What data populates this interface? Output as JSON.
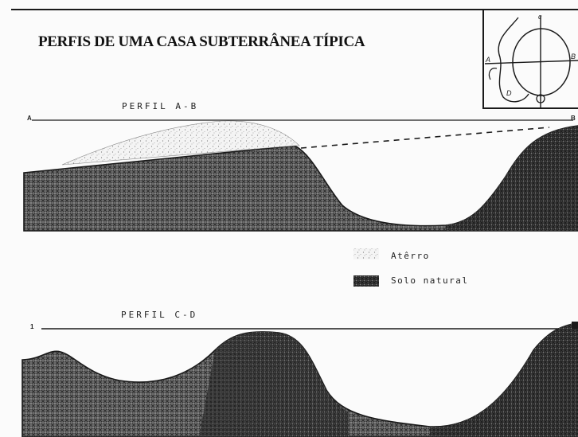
{
  "title": "PERFIS DE UMA CASA SUBTERRÂNEA TÍPICA",
  "profiles": {
    "ab": {
      "label": "PERFIL A-B",
      "start_point": "A",
      "end_point": "B"
    },
    "cd": {
      "label": "PERFIL C-D",
      "start_point": "1"
    }
  },
  "legend": {
    "items": [
      {
        "label": "Atêrro",
        "pattern": "stipple"
      },
      {
        "label": "Solo natural",
        "pattern": "crosshatch"
      }
    ]
  },
  "location_map": {
    "labels": {
      "c": "c",
      "d": "D",
      "a": "A",
      "b": "B"
    }
  },
  "colors": {
    "ink": "#1a1a1a",
    "soil": "#5a5a5a",
    "paper": "#fbfbfb"
  }
}
